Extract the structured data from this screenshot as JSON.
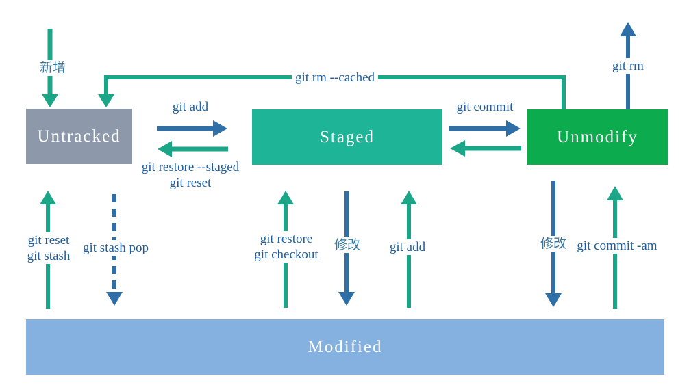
{
  "nodes": {
    "untracked": {
      "label": "Untracked",
      "fill": "#8d99ab"
    },
    "staged": {
      "label": "Staged",
      "fill": "#1eb498"
    },
    "unmodify": {
      "label": "Unmodify",
      "fill": "#0bab4e"
    },
    "modified": {
      "label": "Modified",
      "fill": "#85b1e1"
    }
  },
  "edges": {
    "add_new": {
      "label": "新增",
      "direction": "down",
      "style": "green-solid"
    },
    "rm_cached": {
      "label": "git rm --cached",
      "direction": "unmodify-to-untracked",
      "style": "green-solid"
    },
    "add_top": {
      "label": "git add",
      "direction": "right",
      "style": "blue-solid"
    },
    "restore_staged": {
      "line1": "git restore --staged",
      "line2": "git reset",
      "direction": "left",
      "style": "green-solid"
    },
    "commit": {
      "label": "git commit",
      "direction": "right",
      "style": "blue-solid"
    },
    "unmodify_to_staged": {
      "label": "",
      "direction": "left",
      "style": "green-solid"
    },
    "rm": {
      "label": "git rm",
      "direction": "up",
      "style": "blue-solid"
    },
    "reset_stash": {
      "line1": "git reset",
      "line2": "git stash",
      "direction": "up",
      "style": "green-solid"
    },
    "stash_pop": {
      "label": "git stash pop",
      "direction": "down",
      "style": "blue-dashed"
    },
    "restore_checkout": {
      "line1": "git restore",
      "line2": "git checkout",
      "direction": "up",
      "style": "green-solid"
    },
    "modify_mid": {
      "label": "修改",
      "direction": "down",
      "style": "blue-solid"
    },
    "add_bottom": {
      "label": "git add",
      "direction": "up",
      "style": "green-solid"
    },
    "modify_right": {
      "label": "修改",
      "direction": "down",
      "style": "blue-solid"
    },
    "commit_am": {
      "label": "git commit -am",
      "direction": "up",
      "style": "green-solid"
    }
  },
  "colors": {
    "green_arrow": "#1ba687",
    "blue_arrow": "#2f6fa8",
    "label_text": "#1f5f9f",
    "chinese_label_text": "#37789e",
    "node_text": "#ffffff",
    "background": "#ffffff"
  }
}
